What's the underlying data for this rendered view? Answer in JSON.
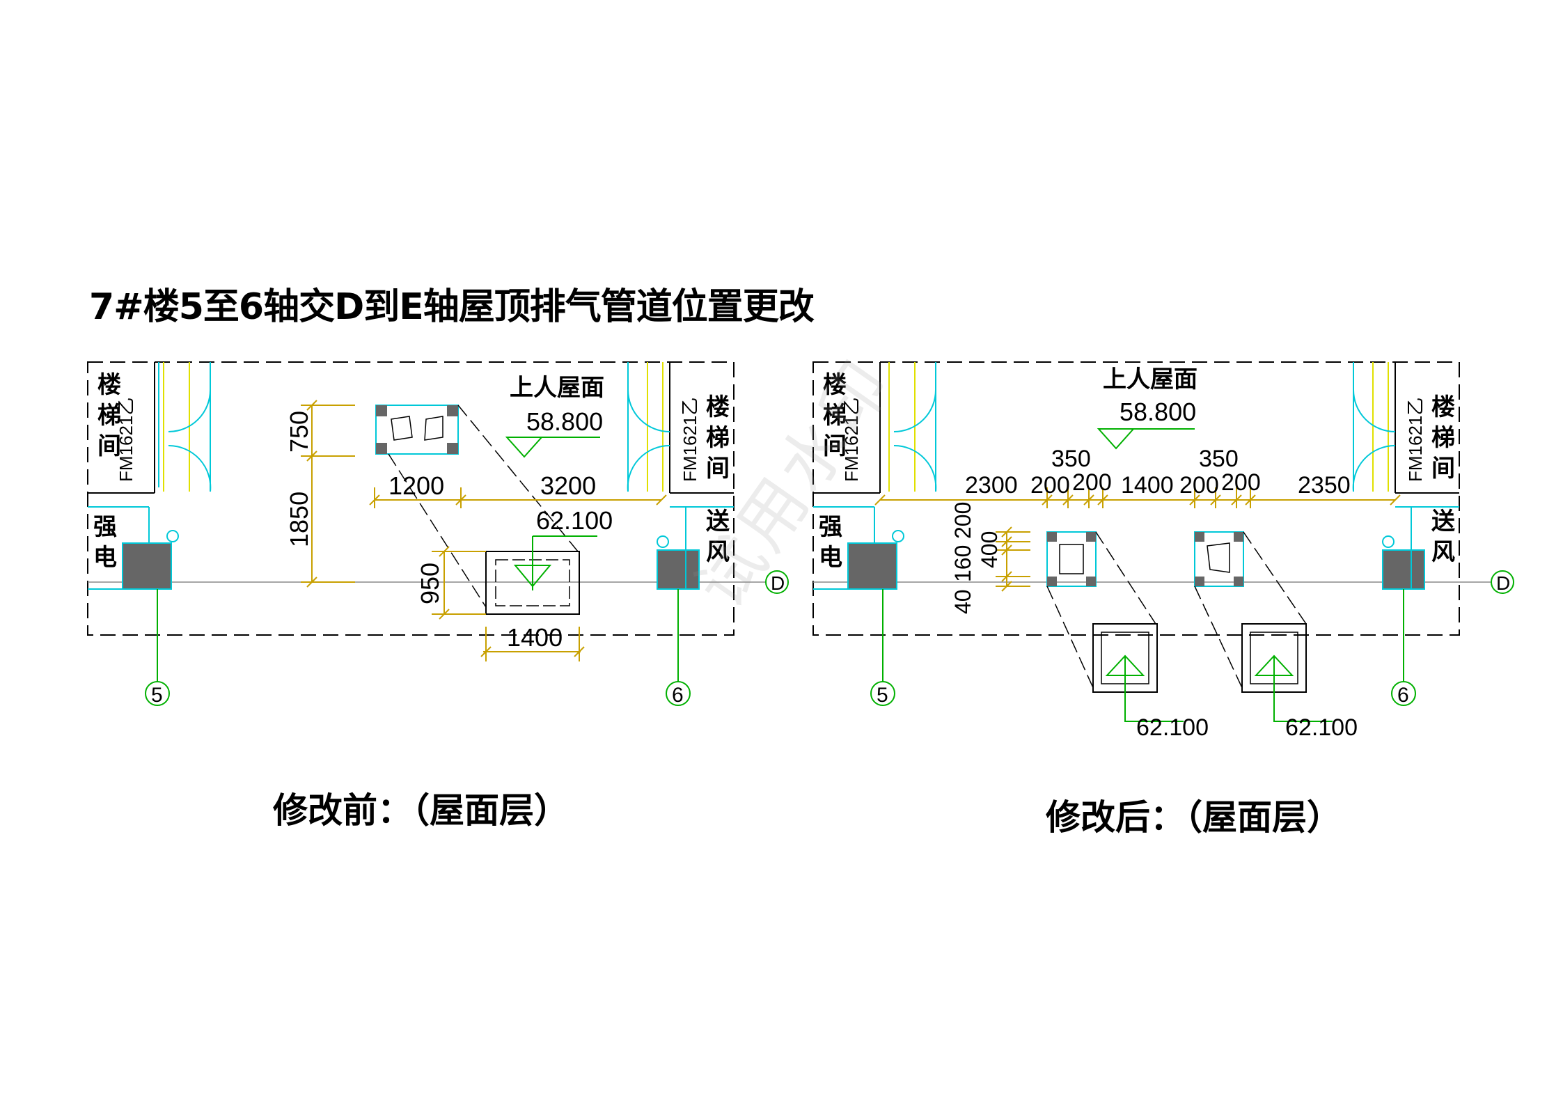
{
  "title": "7#楼5至6轴交D到E轴屋顶排气管道位置更改",
  "watermark": "试用水印",
  "before": {
    "caption": "修改前：（屋面层）",
    "room_stair_left": [
      "楼",
      "梯",
      "间"
    ],
    "room_stair_right": [
      "楼",
      "梯",
      "间"
    ],
    "door_left": "FM1621乙",
    "door_right": "FM1621乙",
    "room_electric": [
      "强",
      "电"
    ],
    "room_supply_air": [
      "送",
      "风"
    ],
    "roof_label": "上人屋面",
    "roof_elev": "58.800",
    "duct_elev": "62.100",
    "dims": {
      "d750": "750",
      "d1850": "1850",
      "d950": "950",
      "d1200": "1200",
      "d3200": "3200",
      "d1400": "1400"
    },
    "axis_left": "5",
    "axis_right": "6",
    "axis_row": "D"
  },
  "after": {
    "caption": "修改后：（屋面层）",
    "room_stair_left": [
      "楼",
      "梯",
      "间"
    ],
    "room_stair_right": [
      "楼",
      "梯",
      "间"
    ],
    "door_left": "FM1621乙",
    "door_right": "FM1621乙",
    "room_electric": [
      "强",
      "电"
    ],
    "room_supply_air": [
      "送",
      "风"
    ],
    "roof_label": "上人屋面",
    "roof_elev": "58.800",
    "duct1_elev": "62.100",
    "duct2_elev": "62.100",
    "dims": {
      "d2300": "2300",
      "d350a": "350",
      "d200a": "200",
      "d200b": "200",
      "d1400": "1400",
      "d350b": "350",
      "d200c": "200",
      "d200d": "200",
      "d2350": "2350",
      "v200": "200",
      "v160": "160",
      "v400": "400",
      "v40": "40"
    },
    "axis_left": "5",
    "axis_right": "6",
    "axis_row": "D"
  },
  "colors": {
    "line": "#000000",
    "dim": "#c8a000",
    "door": "#00c8d8",
    "axis": "#00b000",
    "elev": "#00b000",
    "block": "#666666",
    "door_frame": "#e0e000"
  }
}
